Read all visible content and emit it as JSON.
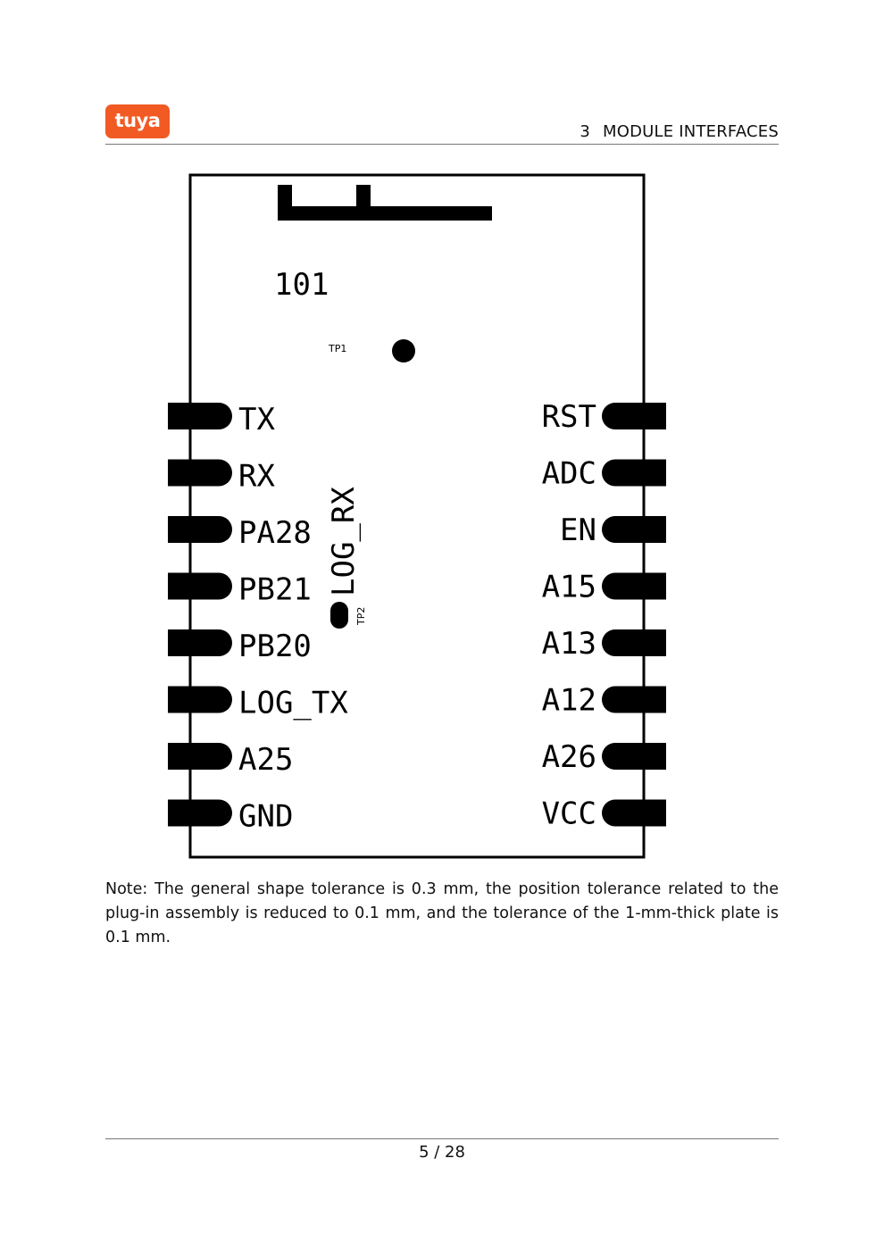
{
  "header": {
    "logo_text": "tuya",
    "section_number": "3",
    "section_title": "MODULE INTERFACES",
    "brand_color": "#f25a24"
  },
  "diagram": {
    "board_marking": "101",
    "tp1_label": "TP1",
    "tp2_label": "TP2",
    "log_rx_label": "LOG_RX",
    "left_pins": [
      "TX",
      "RX",
      "PA28",
      "PB21",
      "PB20",
      "LOG_TX",
      "A25",
      "GND"
    ],
    "right_pins": [
      "RST",
      "ADC",
      "EN",
      "A15",
      "A13",
      "A12",
      "A26",
      "VCC"
    ]
  },
  "note": "Note: The general shape tolerance is 0.3 mm, the position tolerance related to the plug-in assembly is reduced to 0.1 mm, and the tolerance of the 1-mm-thick plate is 0.1 mm.",
  "footer": {
    "page": "5 / 28"
  }
}
